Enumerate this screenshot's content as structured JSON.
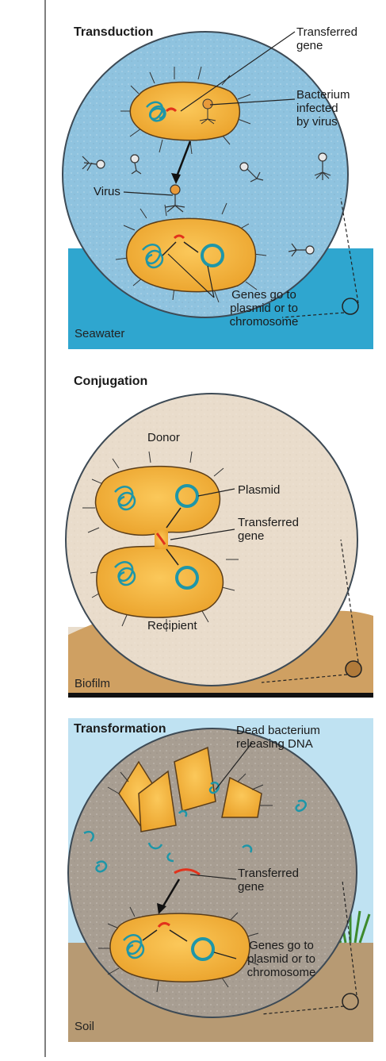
{
  "panels": {
    "transduction": {
      "title": "Transduction",
      "labels": {
        "transferred_gene": [
          "Transferred",
          "gene"
        ],
        "bacterium_infected": [
          "Bacterium",
          "infected",
          "by virus"
        ],
        "virus": "Virus",
        "genes_go": [
          "Genes go to",
          "plasmid or to",
          "chromosome"
        ],
        "environment": "Seawater"
      },
      "colors": {
        "sea": "#2fa6cf",
        "circle": "#8fc3df",
        "cell": "#f4b33f"
      }
    },
    "conjugation": {
      "title": "Conjugation",
      "labels": {
        "donor": "Donor",
        "plasmid": "Plasmid",
        "transferred_gene": [
          "Transferred",
          "gene"
        ],
        "recipient": "Recipient",
        "environment": "Biofilm"
      },
      "colors": {
        "circle": "#e9dccb",
        "biofilm": "#cfa062",
        "cell": "#f4b33f"
      }
    },
    "transformation": {
      "title": "Transformation",
      "labels": {
        "dead_bacterium": [
          "Dead bacterium",
          "releasing DNA"
        ],
        "transferred_gene": [
          "Transferred",
          "gene"
        ],
        "genes_go": [
          "Genes go to",
          "plasmid or to",
          "chromosome"
        ],
        "environment": "Soil"
      },
      "colors": {
        "sky": "#bfe2f2",
        "soil": "#b79a73",
        "circle": "#a89e92",
        "cell": "#f4b33f"
      }
    }
  },
  "colors": {
    "dna": "#1e96a8",
    "gene": "#e2321c",
    "outline": "#4a3a2a"
  }
}
